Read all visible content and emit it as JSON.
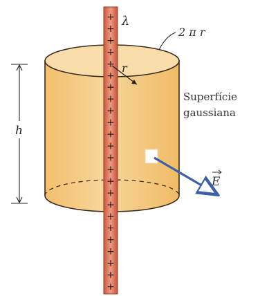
{
  "labels": {
    "lambda": "λ",
    "circumference": "2 π r",
    "radius": "r",
    "height": "h",
    "surface_line1": "Superfície",
    "surface_line2": "gaussiana",
    "field": "E"
  },
  "charge_sign": "+",
  "charge_count": 24,
  "colors": {
    "cylinder_fill": "#f6cf8e",
    "cylinder_side": "#f3c477",
    "cylinder_top": "#f9ddaa",
    "cylinder_edge": "#3a2a1a",
    "rod": "#d9735a",
    "rod_edge": "#9a3b28",
    "field_arrow": "#3b5fa8",
    "patch": "#ffffff",
    "text": "#333333"
  }
}
